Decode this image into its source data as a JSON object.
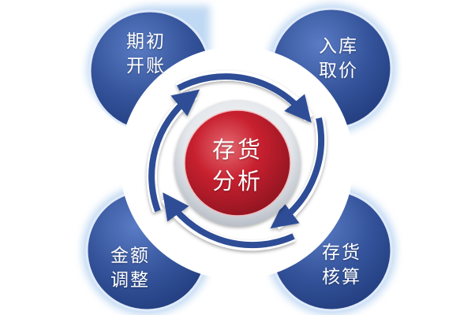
{
  "diagram": {
    "center": {
      "line1": "存货",
      "line2": "分析"
    },
    "petals": [
      {
        "id": "top-left",
        "line1": "期初",
        "line2": "开账"
      },
      {
        "id": "top-right",
        "line1": "入库",
        "line2": "取价"
      },
      {
        "id": "bottom-right",
        "line1": "存货",
        "line2": "核算"
      },
      {
        "id": "bottom-left",
        "line1": "金额",
        "line2": "调整"
      }
    ]
  },
  "colors": {
    "petal_blue": "#2f4e96",
    "petal_highlight": "#5a7cc4",
    "glow": "#b9d4f2",
    "center_red": "#c8202f",
    "center_highlight": "#e36a72",
    "ring_grey": "#cfd3d9",
    "arrow_blue": "#2f4e96",
    "text": "#ffffff"
  }
}
